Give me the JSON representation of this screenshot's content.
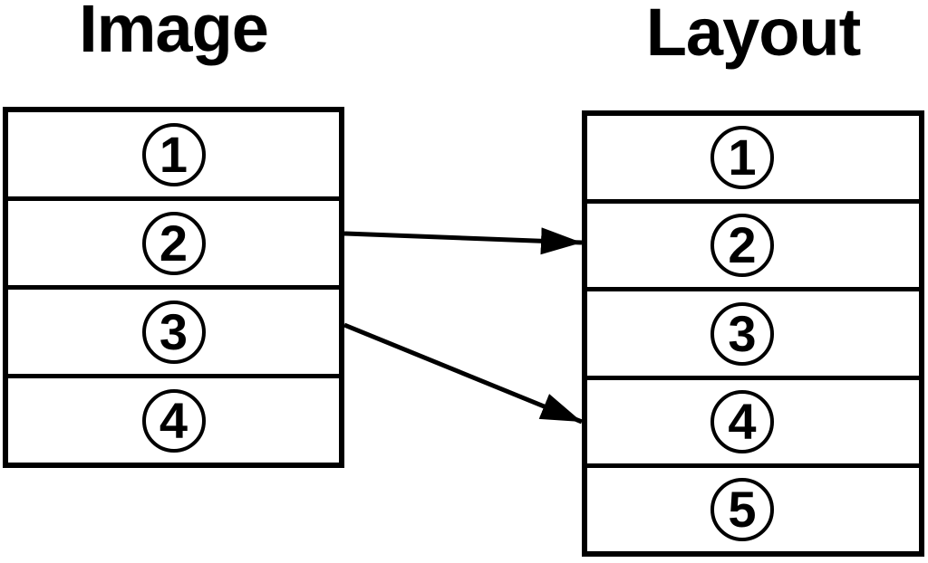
{
  "diagram": {
    "background_color": "#ffffff",
    "stroke_color": "#000000",
    "left_panel": {
      "title": "Image",
      "rows": [
        "1",
        "2",
        "3",
        "4"
      ]
    },
    "right_panel": {
      "title": "Layout",
      "rows": [
        "1",
        "2",
        "3",
        "4",
        "5"
      ]
    },
    "arrows": [
      {
        "from": "image-row-2",
        "to": "layout-row-2"
      },
      {
        "from": "image-row-3",
        "to": "layout-row-4"
      }
    ]
  }
}
